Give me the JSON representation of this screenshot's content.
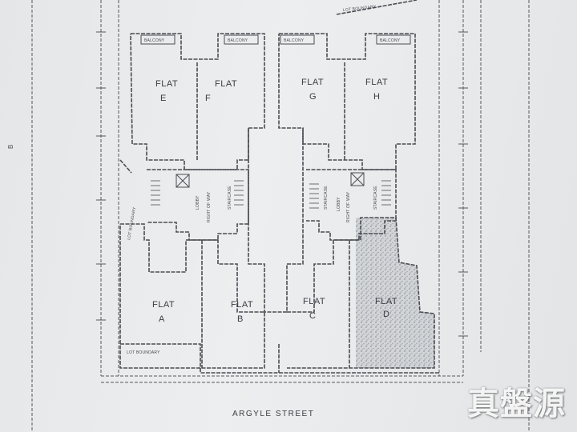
{
  "plan": {
    "top_boundary": "LOT BOUNDARY",
    "side_boundary": "LOT BOUNDARY",
    "bottom_boundary": "LOT BOUNDARY",
    "balcony": "BALCONY",
    "flat_word": "FLAT",
    "flats": [
      {
        "id": "flat-e",
        "letter": "E"
      },
      {
        "id": "flat-f",
        "letter": "F"
      },
      {
        "id": "flat-g",
        "letter": "G"
      },
      {
        "id": "flat-h",
        "letter": "H"
      },
      {
        "id": "flat-a",
        "letter": "A"
      },
      {
        "id": "flat-b",
        "letter": "B"
      },
      {
        "id": "flat-c",
        "letter": "C"
      },
      {
        "id": "flat-d",
        "letter": "D"
      }
    ],
    "lobby": "LOBBY",
    "right_of_way": "RIGHT OF WAY",
    "staircase": "STAIRCASE",
    "street": "ARGYLE   STREET",
    "margin_mark": "B"
  },
  "watermark": {
    "text": "真盤源"
  }
}
